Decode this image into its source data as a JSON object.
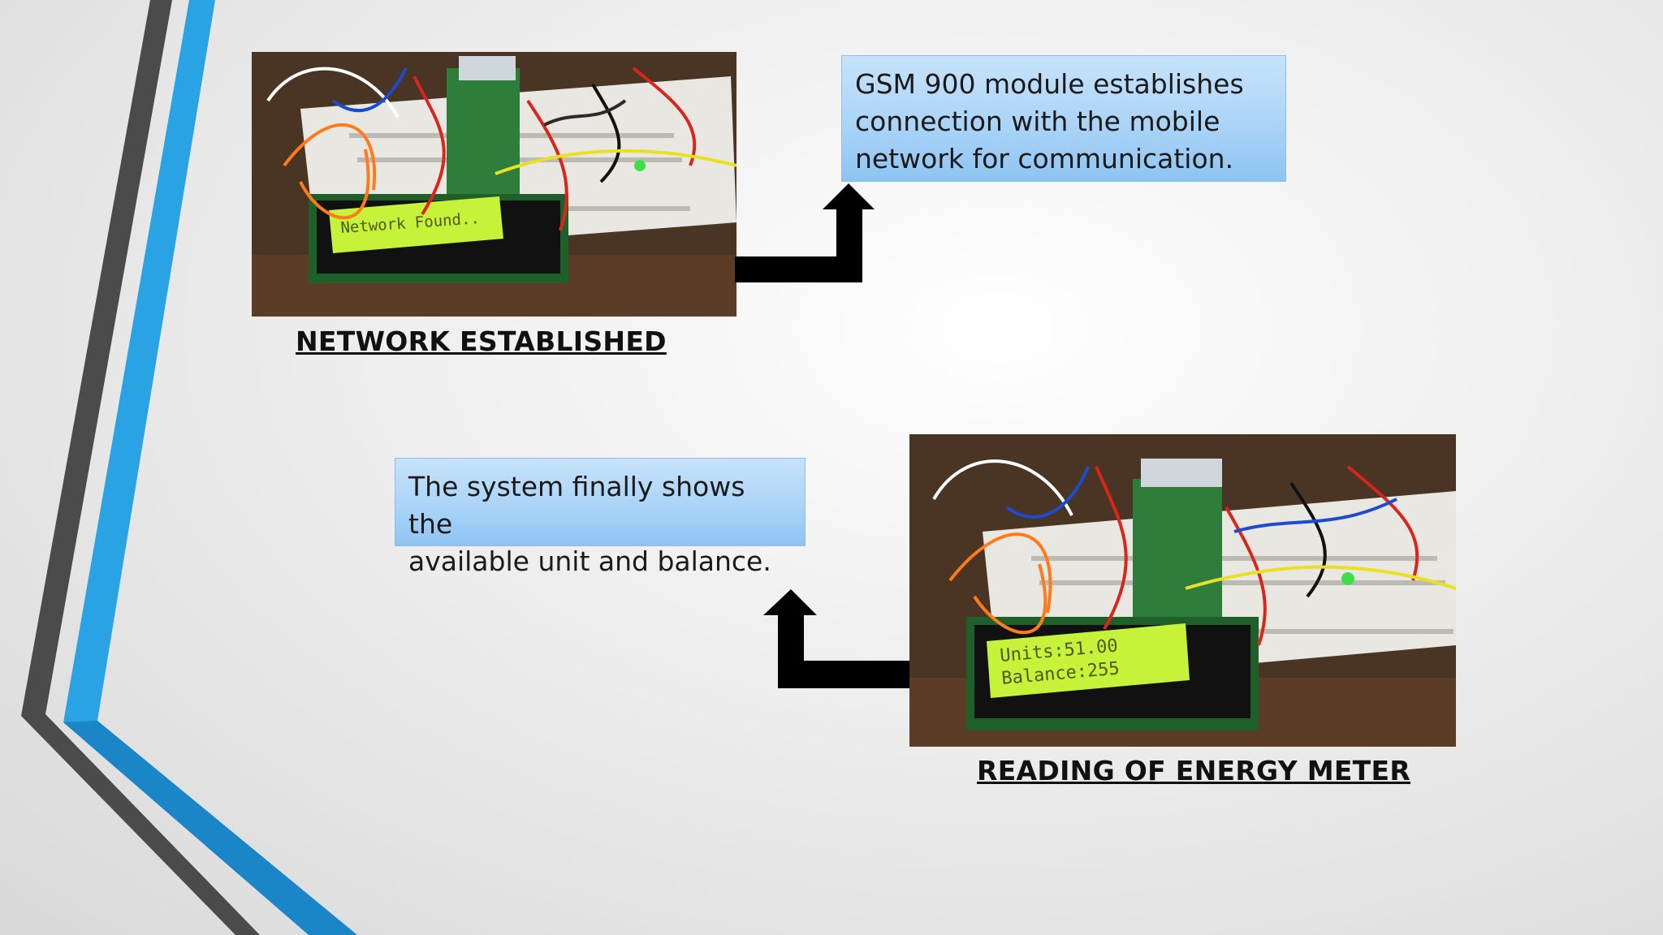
{
  "slide": {
    "photo_top": {
      "lcd_text": "Network Found..",
      "caption": "NETWORK ESTABLISHED"
    },
    "callout_top": {
      "lines": [
        "GSM 900 module establishes",
        "connection with the mobile",
        "network for communication."
      ]
    },
    "callout_bottom": {
      "lines": [
        "The system finally shows the",
        "available unit and balance."
      ]
    },
    "photo_bottom": {
      "lcd_line1": "Units:51.00",
      "lcd_line2": "Balance:255",
      "caption": "READING OF ENERGY METER"
    }
  },
  "colors": {
    "accent_blue": "#2aa3e5",
    "accent_dark": "#4a4a4a",
    "arrow": "#000000",
    "lcd_green": "#c6f23a"
  }
}
